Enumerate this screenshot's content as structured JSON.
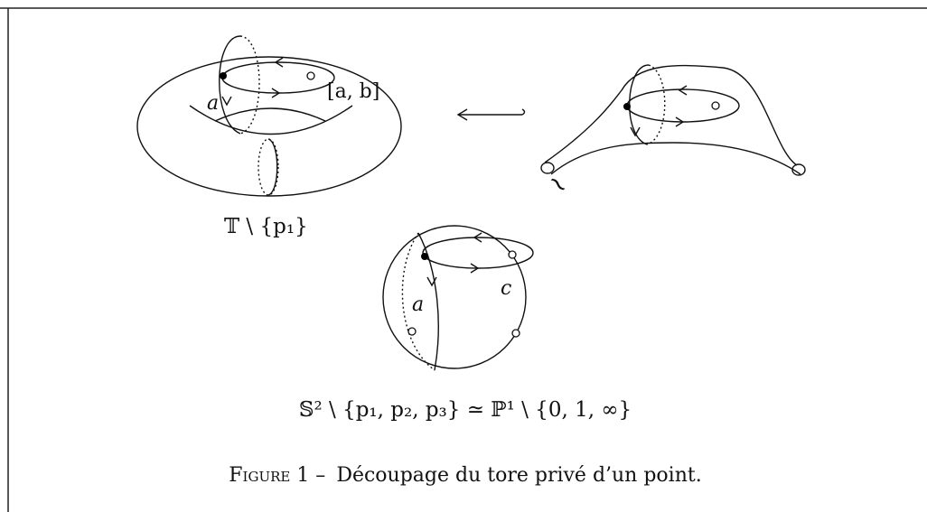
{
  "torus": {
    "label": "𝕋 \\ {p₁}",
    "label_a": "a",
    "label_commutator": "[a, b]"
  },
  "embedding_arrow": "⟵",
  "pants": {
    "iso_symbol": "≀"
  },
  "sphere": {
    "label": "𝕊² \\ {p₁, p₂, p₃} ≃ ℙ¹ \\ {0, 1, ∞}",
    "label_a": "a",
    "label_c": "c"
  },
  "caption": {
    "figure_word": "Figure 1 –",
    "text": "Découpage du tore privé d’un point."
  }
}
